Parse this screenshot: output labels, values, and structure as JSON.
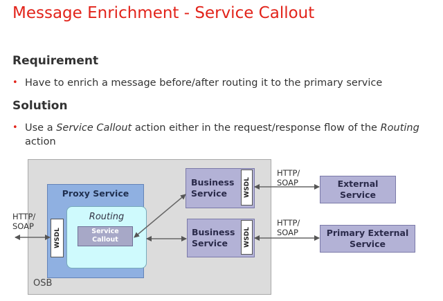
{
  "title": "Message Enrichment - Service Callout",
  "requirement": {
    "heading": "Requirement",
    "bullet": "Have to enrich a message before/after routing it to the primary service"
  },
  "solution": {
    "heading": "Solution",
    "bullet_parts": [
      "Use a ",
      "Service Callout",
      " action either in the request/response flow of the ",
      "Routing"
    ],
    "bullet_line2": "action"
  },
  "diagram": {
    "osb_label": "OSB",
    "proxy_label": "Proxy Service",
    "routing_label": "Routing",
    "callout_label_1": "Service",
    "callout_label_2": "Callout",
    "business_service_1": [
      "Business",
      "Service"
    ],
    "business_service_2": [
      "Business",
      "Service"
    ],
    "external_service": [
      "External",
      "Service"
    ],
    "primary_external_service": [
      "Primary External",
      "Service"
    ],
    "wsdl": "WSDL",
    "protocol_left": [
      "HTTP/",
      "SOAP"
    ],
    "protocol_top": [
      "HTTP/",
      "SOAP"
    ],
    "protocol_bottom": [
      "HTTP/",
      "SOAP"
    ]
  },
  "colors": {
    "title": "#e2231a",
    "bullet": "#e2231a",
    "osb_fill": "#dcdcdc",
    "proxy_fill": "#8fb0e1",
    "routing_fill": "#cffafd",
    "service_fill": "#b3b2d6"
  }
}
